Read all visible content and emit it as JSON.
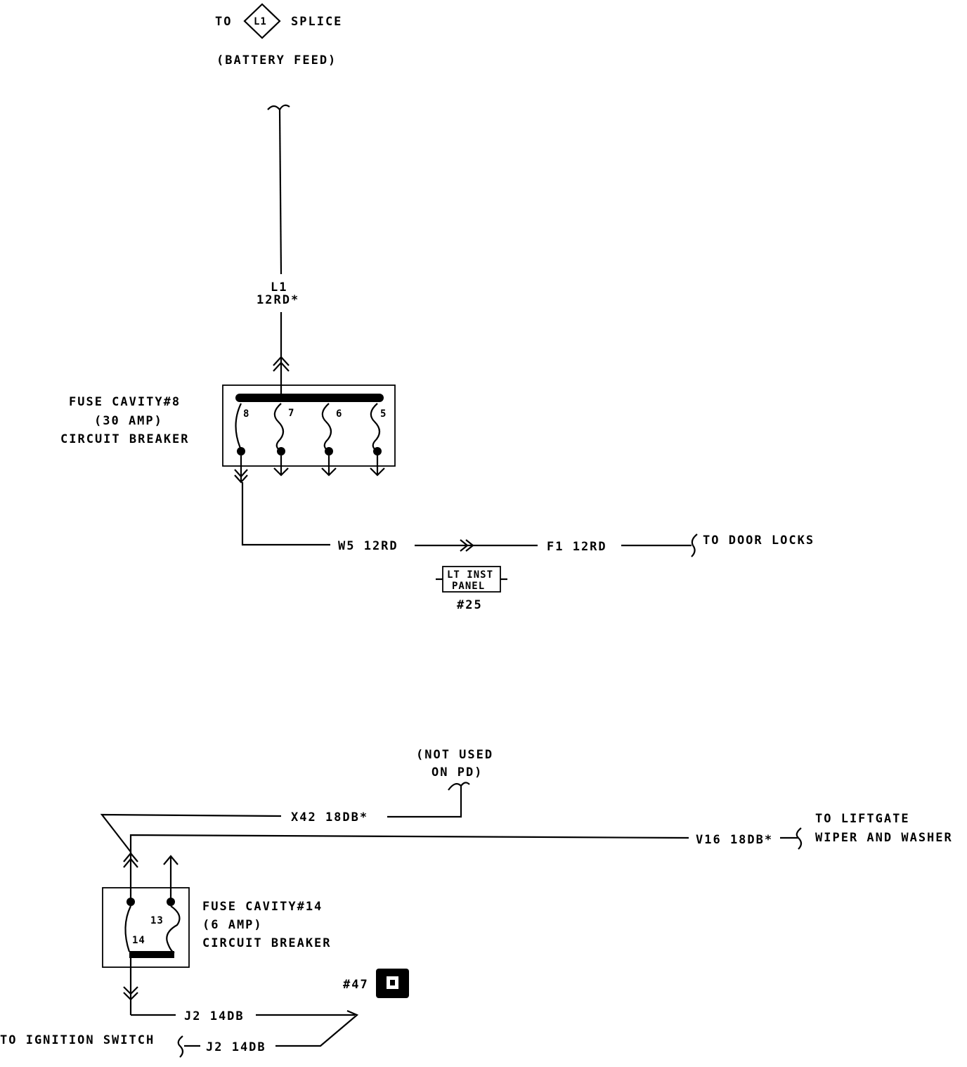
{
  "splice": {
    "to": "TO",
    "id": "L1",
    "label": "SPLICE",
    "feed": "(BATTERY FEED)"
  },
  "wire_l1": {
    "id": "L1",
    "spec": "12RD*"
  },
  "fuse8": {
    "line1": "FUSE CAVITY#8",
    "line2": "(30 AMP)",
    "line3": "CIRCUIT BREAKER",
    "terminals": [
      "8",
      "7",
      "6",
      "5"
    ]
  },
  "wire_w5": {
    "spec": "W5 12RD"
  },
  "wire_f1": {
    "spec": "F1 12RD"
  },
  "door_locks": "TO DOOR LOCKS",
  "lt_panel": {
    "line1": "LT INST",
    "line2": "PANEL",
    "number": "#25"
  },
  "not_used": {
    "line1": "(NOT USED",
    "line2": "ON PD)"
  },
  "wire_x42": {
    "spec": "X42 18DB*"
  },
  "wire_v16": {
    "spec": "V16 18DB*"
  },
  "liftgate": {
    "line1": "TO LIFTGATE",
    "line2": "WIPER AND WASHER"
  },
  "fuse14": {
    "line1": "FUSE CAVITY#14",
    "line2": "(6 AMP)",
    "line3": "CIRCUIT BREAKER",
    "terminals": [
      "13",
      "14"
    ]
  },
  "connector47": {
    "label": "#47"
  },
  "wire_j2_top": {
    "spec": "J2 14DB"
  },
  "wire_j2_bottom": {
    "spec": "J2 14DB"
  },
  "ignition": "TO IGNITION SWITCH"
}
